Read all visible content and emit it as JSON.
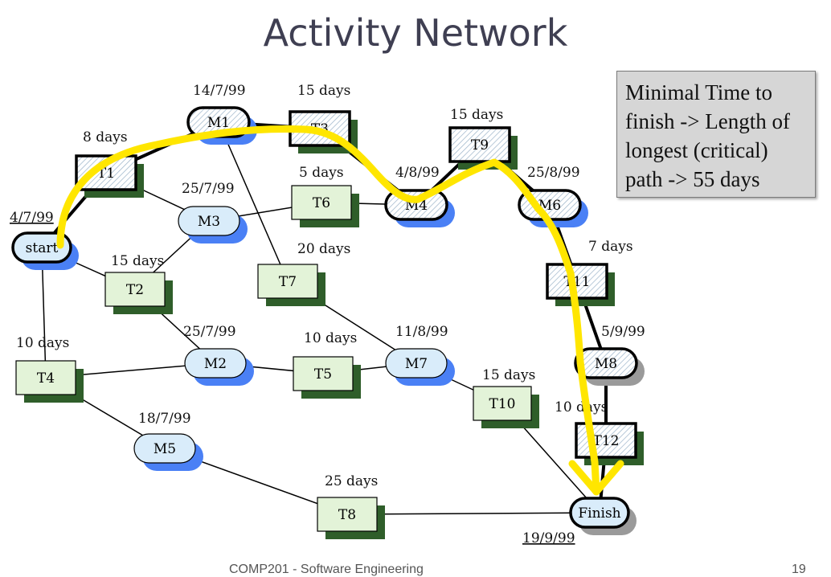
{
  "slide": {
    "title": "Activity Network",
    "info_box": "Minimal Time to finish -> Length of longest (critical) path -> 55 days",
    "footer": "COMP201 - Software Engineering",
    "page_number": "19"
  },
  "nodes": [
    {
      "id": "start",
      "label": "start",
      "type": "milestone",
      "critical": true
    },
    {
      "id": "M1",
      "label": "M1",
      "type": "milestone",
      "critical": true
    },
    {
      "id": "M2",
      "label": "M2",
      "type": "milestone",
      "critical": false
    },
    {
      "id": "M3",
      "label": "M3",
      "type": "milestone",
      "critical": false
    },
    {
      "id": "M4",
      "label": "M4",
      "type": "milestone",
      "critical": true
    },
    {
      "id": "M5",
      "label": "M5",
      "type": "milestone",
      "critical": false
    },
    {
      "id": "M6",
      "label": "M6",
      "type": "milestone",
      "critical": true
    },
    {
      "id": "M7",
      "label": "M7",
      "type": "milestone",
      "critical": false
    },
    {
      "id": "M8",
      "label": "M8",
      "type": "milestone",
      "critical": true
    },
    {
      "id": "Finish",
      "label": "Finish",
      "type": "milestone",
      "critical": true
    },
    {
      "id": "T1",
      "label": "T1",
      "type": "task",
      "critical": true
    },
    {
      "id": "T2",
      "label": "T2",
      "type": "task",
      "critical": false
    },
    {
      "id": "T3",
      "label": "T3",
      "type": "task",
      "critical": true
    },
    {
      "id": "T4",
      "label": "T4",
      "type": "task",
      "critical": false
    },
    {
      "id": "T5",
      "label": "T5",
      "type": "task",
      "critical": false
    },
    {
      "id": "T6",
      "label": "T6",
      "type": "task",
      "critical": false
    },
    {
      "id": "T7",
      "label": "T7",
      "type": "task",
      "critical": false
    },
    {
      "id": "T8",
      "label": "T8",
      "type": "task",
      "critical": false
    },
    {
      "id": "T9",
      "label": "T9",
      "type": "task",
      "critical": true
    },
    {
      "id": "T10",
      "label": "T10",
      "type": "task",
      "critical": false
    },
    {
      "id": "T11",
      "label": "T11",
      "type": "task",
      "critical": true
    },
    {
      "id": "T12",
      "label": "T12",
      "type": "task",
      "critical": true
    }
  ],
  "edges": [
    [
      "start",
      "T1"
    ],
    [
      "start",
      "T2"
    ],
    [
      "start",
      "T4"
    ],
    [
      "T1",
      "M1"
    ],
    [
      "T1",
      "M3"
    ],
    [
      "M1",
      "T3"
    ],
    [
      "M1",
      "T7"
    ],
    [
      "T3",
      "M4"
    ],
    [
      "M3",
      "T6"
    ],
    [
      "T6",
      "M4"
    ],
    [
      "M3",
      "T2"
    ],
    [
      "M4",
      "T9"
    ],
    [
      "T9",
      "M6"
    ],
    [
      "M6",
      "T11"
    ],
    [
      "T11",
      "M8"
    ],
    [
      "M8",
      "T12"
    ],
    [
      "T12",
      "Finish"
    ],
    [
      "T2",
      "M2"
    ],
    [
      "T4",
      "M2"
    ],
    [
      "T4",
      "M5"
    ],
    [
      "M2",
      "T5"
    ],
    [
      "T5",
      "M7"
    ],
    [
      "T7",
      "M7"
    ],
    [
      "M7",
      "T10"
    ],
    [
      "T10",
      "Finish"
    ],
    [
      "M5",
      "T8"
    ],
    [
      "T8",
      "Finish"
    ]
  ],
  "labels": {
    "start_date": "4/7/99",
    "t1_duration": "8 days",
    "m1_date": "14/7/99",
    "t3_duration": "15 days",
    "t6_duration": "5 days",
    "m4_date": "4/8/99",
    "t9_duration": "15 days",
    "m6_date": "25/8/99",
    "m3_date": "25/7/99",
    "t2_duration": "15 days",
    "t7_duration": "20 days",
    "t11_duration": "7 days",
    "t4_duration": "10 days",
    "m2_date": "25/7/99",
    "t5_duration": "10 days",
    "m7_date": "11/8/99",
    "m8_date": "5/9/99",
    "t10_duration": "15 days",
    "m5_date": "18/7/99",
    "t12_duration": "10 days",
    "t8_duration": "25 days",
    "finish_date": "19/9/99"
  },
  "colors": {
    "critical_highlight": "#ffe600",
    "task_fill": "#e3f3d8",
    "milestone_fill": "#d9ecfa",
    "milestone_shadow": "#4a80f5",
    "finish_shadow": "#9a9a9a",
    "task_shadow": "#2f5e2a",
    "title": "#3f3f52"
  }
}
